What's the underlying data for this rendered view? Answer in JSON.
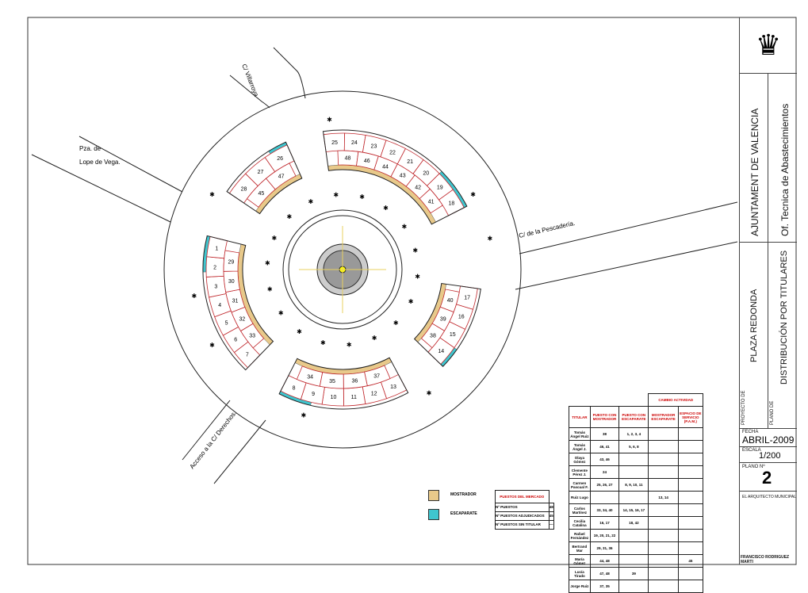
{
  "streets": {
    "villarroya": "C/ Villarroya",
    "lope1": "Pza. de",
    "lope2": "Lope de Vega.",
    "pescaderia": "C/ de la Pescadería.",
    "derechos": "Acceso a la C/ Derechos."
  },
  "blocks": [
    {
      "outer": [
        "25",
        "24",
        "23",
        "22",
        "21",
        "20",
        "19",
        "18"
      ],
      "inner": [
        "48",
        "46",
        "44",
        "43",
        "42",
        "41"
      ]
    },
    {
      "outer": [
        "28",
        "27",
        "26"
      ],
      "inner": [
        "45",
        "47"
      ]
    },
    {
      "outer": [
        "7",
        "6",
        "5",
        "4",
        "3",
        "2",
        "1"
      ],
      "inner": [
        "33",
        "32",
        "31",
        "30",
        "29"
      ]
    },
    {
      "outer": [
        "13",
        "12",
        "11",
        "10",
        "9",
        "8"
      ],
      "inner": [
        "37",
        "36",
        "35",
        "34"
      ]
    },
    {
      "outer": [
        "17",
        "16",
        "15",
        "14"
      ],
      "inner": [
        "40",
        "39",
        "38"
      ]
    }
  ],
  "colors": {
    "mostrador": "#e8c98a",
    "escaparate": "#3fc6cf",
    "stall_line": "#c0282d"
  },
  "table": {
    "group_header": "CAMBIO ACTIVIDAD",
    "headers": [
      "TITULAR",
      "PUESTO CON MOSTRADOR",
      "PUESTO CON ESCAPARATE",
      "MOSTRADOR ESCAPARATE",
      "ESPACIO DE SERVICIO (P.A.M.)"
    ],
    "rows": [
      [
        "Tomás Ángel Ruiz",
        "38",
        "1, 2, 3, 4",
        "",
        " "
      ],
      [
        "Tomás Ángel J.",
        "46, 41",
        "5, 6, 8",
        "",
        ""
      ],
      [
        "Olaya Gómez",
        "43, 46",
        "",
        "",
        ""
      ],
      [
        "Clemente Pérez J.",
        "24",
        "",
        "",
        ""
      ],
      [
        "Carmen Pascual F.",
        "25, 26, 27",
        "8, 9, 10, 11",
        "",
        ""
      ],
      [
        "Ruiz Lugo",
        "",
        "",
        "13, 14",
        ""
      ],
      [
        "Carlos Martínez",
        "33, 34, 40",
        "14, 15, 16, 17",
        "",
        ""
      ],
      [
        "Cecilia Catalina",
        "16, 17",
        "18, 42",
        "",
        ""
      ],
      [
        "Rafael Fernández",
        "19, 20, 21, 22",
        "",
        "",
        ""
      ],
      [
        "Bertrand Mar",
        "29, 31, 36",
        "",
        "",
        ""
      ],
      [
        "María Gómez",
        "44, 48",
        "",
        "",
        "45"
      ],
      [
        "Lucía Tirado",
        "47, 48",
        "39",
        "",
        ""
      ],
      [
        "Jorge Ruiz",
        "37, 35",
        "",
        "",
        ""
      ]
    ]
  },
  "legend": {
    "mostrador": "MOSTRADOR",
    "escaparate": "ESCAPARATE"
  },
  "summary": {
    "title": "PUESTOS DEL MERCADO",
    "rows": [
      [
        "Nº PUESTOS",
        "48"
      ],
      [
        "Nº PUESTOS ADJUDICADOS",
        "45"
      ],
      [
        "Nº PUESTOS SIN TITULAR",
        "—"
      ]
    ]
  },
  "title_block": {
    "org": "AJUNTAMENT DE VALENCIA",
    "office": "Of. Tecnica de Abastecimientos",
    "project_label": "PROYECTO DE",
    "project": "PLAZA REDONDA",
    "plan_label": "PLANO DE",
    "plan": "DISTRIBUCIÓN POR TITULARES",
    "date_label": "FECHA",
    "date": "ABRIL-2009",
    "scale_label": "ESCALA",
    "scale": "1/200",
    "plan_no_label": "PLANO Nº",
    "plan_no": "2",
    "architect_label": "EL ARQUITECTO MUNICIPAL",
    "architect": "FRANCISCO RODRIGUEZ MARTI"
  }
}
